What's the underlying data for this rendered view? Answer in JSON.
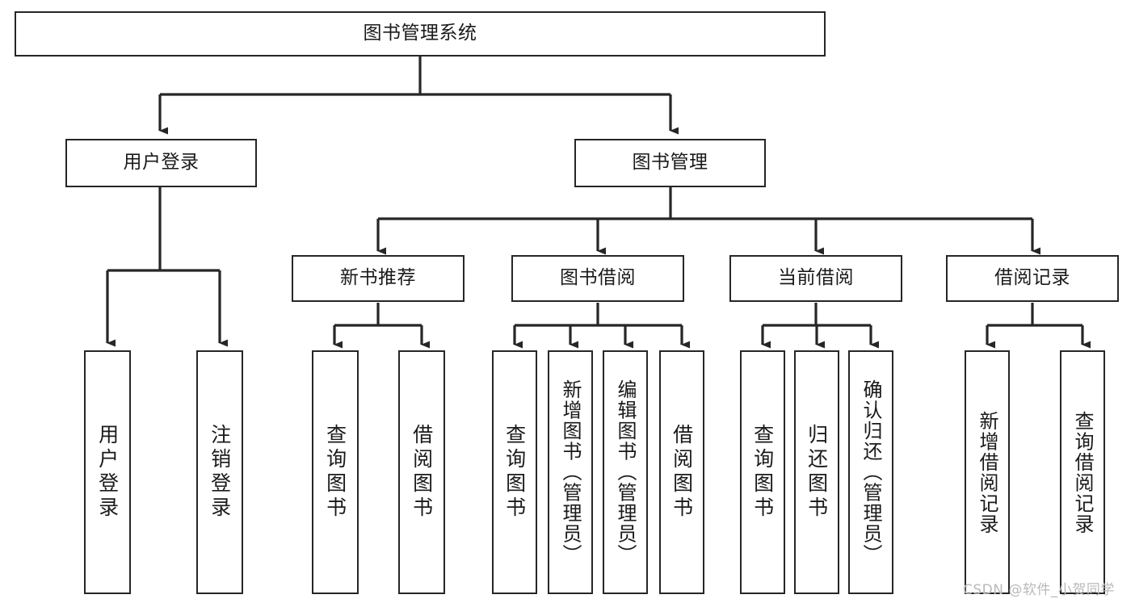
{
  "diagram": {
    "type": "hierarchy-tree",
    "title": "图书管理系统",
    "watermark": "CSDN @软件_小贺同学",
    "colors": {
      "stroke": "#262626",
      "fill": "#ffffff",
      "text": "#1a1a1a",
      "watermark": "#b9b9b9"
    },
    "nodes": {
      "root": {
        "label": "图书管理系统"
      },
      "level1": [
        {
          "label": "用户登录"
        },
        {
          "label": "图书管理"
        }
      ],
      "level2": [
        {
          "label": "新书推荐"
        },
        {
          "label": "图书借阅"
        },
        {
          "label": "当前借阅"
        },
        {
          "label": "借阅记录"
        }
      ],
      "leaves": {
        "user_login": [
          {
            "label": "用户登录"
          },
          {
            "label": "注销登录"
          }
        ],
        "new_book_recommend": [
          {
            "label": "查询图书"
          },
          {
            "label": "借阅图书"
          }
        ],
        "book_borrow": [
          {
            "label": "查询图书"
          },
          {
            "label": "新增图书（管理员）"
          },
          {
            "label": "编辑图书（管理员）"
          },
          {
            "label": "借阅图书"
          }
        ],
        "current_borrow": [
          {
            "label": "查询图书"
          },
          {
            "label": "归还图书"
          },
          {
            "label": "确认归还（管理员）"
          }
        ],
        "borrow_records": [
          {
            "label": "新增借阅记录"
          },
          {
            "label": "查询借阅记录"
          }
        ]
      }
    }
  }
}
